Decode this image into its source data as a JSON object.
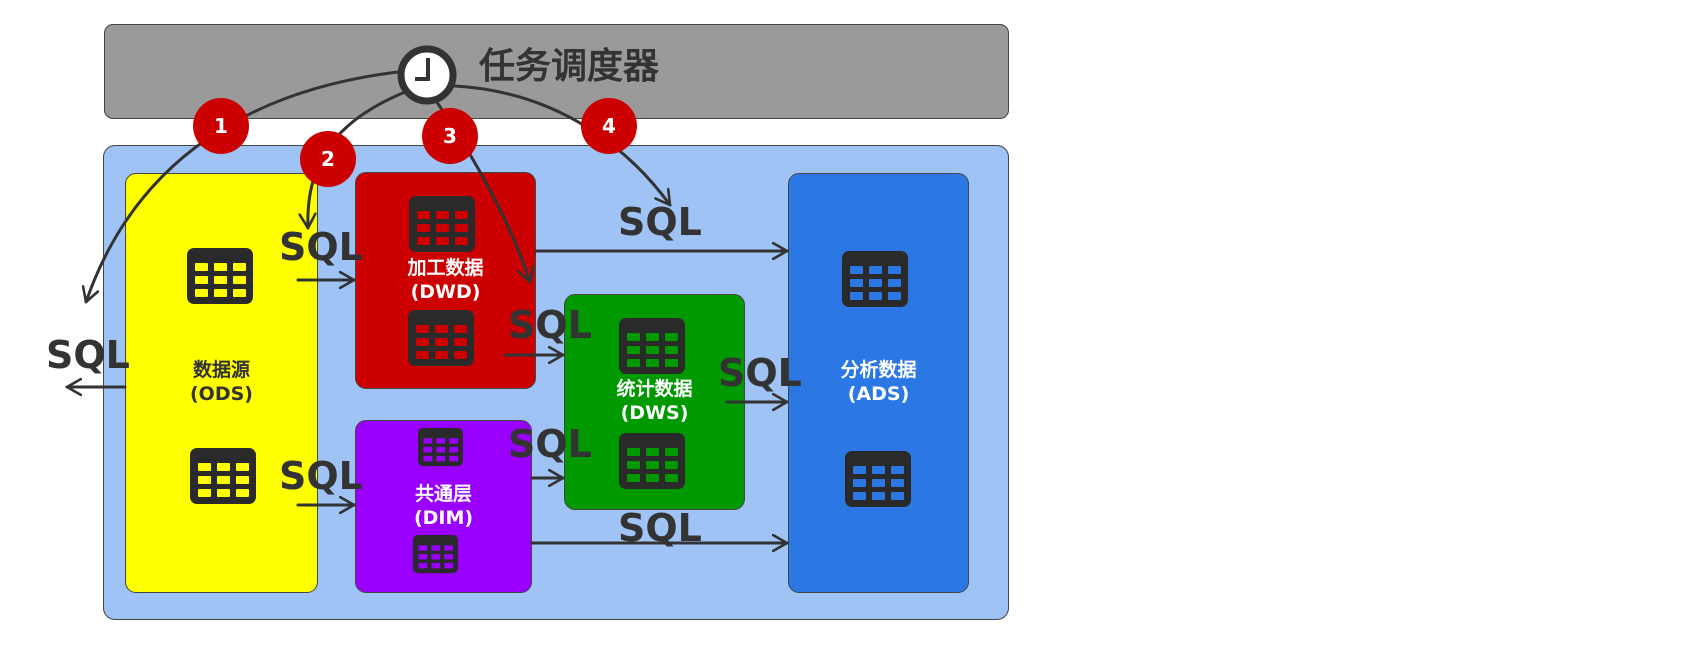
{
  "scheduler": {
    "title": "任务调度器",
    "icon": "clock-icon"
  },
  "layers": {
    "ods": {
      "name": "数据源",
      "code": "(ODS)",
      "color": "#ffff00",
      "text_color": "#333333"
    },
    "dwd": {
      "name": "加工数据",
      "code": "(DWD)",
      "color": "#cc0000",
      "text_color": "#ffffff"
    },
    "dim": {
      "name": "共通层",
      "code": "(DIM)",
      "color": "#9900ff",
      "text_color": "#ffffff"
    },
    "dws": {
      "name": "统计数据",
      "code": "(DWS)",
      "color": "#009900",
      "text_color": "#ffffff"
    },
    "ads": {
      "name": "分析数据",
      "code": "(ADS)",
      "color": "#2b78e4",
      "text_color": "#ffffff"
    }
  },
  "sql_label": "SQL",
  "steps": [
    "1",
    "2",
    "3",
    "4"
  ],
  "colors": {
    "scheduler_bar": "#9a9a9a",
    "warehouse_bg": "#9fc3f5",
    "badge": "#cc0000",
    "arrow": "#333333"
  },
  "icons": {
    "table": "table-icon"
  }
}
